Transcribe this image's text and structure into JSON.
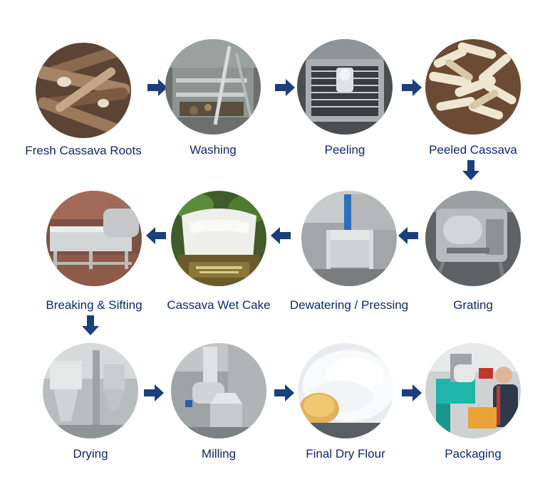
{
  "colors": {
    "label": "#0d2a6b",
    "arrow": "#1a3f7c"
  },
  "steps": [
    {
      "label": "Fresh Cassava Roots",
      "icon": "cassava-roots-photo"
    },
    {
      "label": "Washing",
      "icon": "washing-machine-photo"
    },
    {
      "label": "Peeling",
      "icon": "peeling-machine-photo"
    },
    {
      "label": "Peeled Cassava",
      "icon": "peeled-cassava-photo"
    },
    {
      "label": "Grating",
      "icon": "grating-machine-photo"
    },
    {
      "label": "Dewatering / Pressing",
      "icon": "press-machine-photo"
    },
    {
      "label": "Cassava Wet Cake",
      "icon": "wet-cake-photo"
    },
    {
      "label": "Breaking & Sifting",
      "icon": "sifting-machine-photo"
    },
    {
      "label": "Drying",
      "icon": "dryer-photo"
    },
    {
      "label": "Milling",
      "icon": "mill-photo"
    },
    {
      "label": "Final Dry Flour",
      "icon": "flour-photo"
    },
    {
      "label": "Packaging",
      "icon": "packaging-machine-photo"
    }
  ]
}
